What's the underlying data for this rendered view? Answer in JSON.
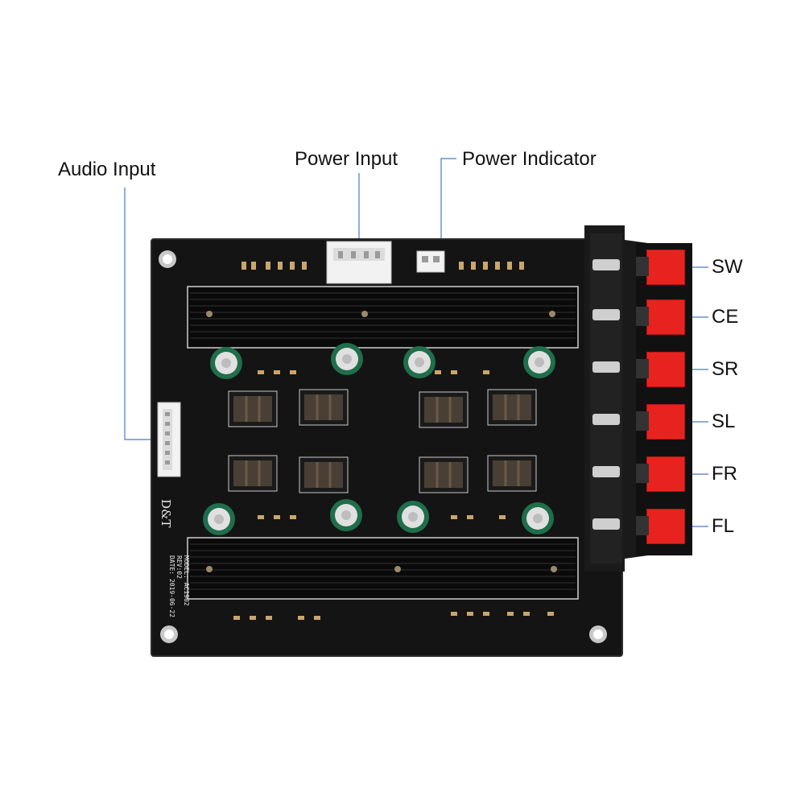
{
  "callouts": {
    "audio_input": "Audio Input",
    "power_input": "Power Input",
    "power_indicator": "Power Indicator"
  },
  "outputs": [
    "SW",
    "CE",
    "SR",
    "SL",
    "FR",
    "FL"
  ],
  "board": {
    "brand": "D&T",
    "model": "MODEL: AC1902",
    "rev": "REV:02",
    "date": "DATE: 2019-06-22"
  },
  "colors": {
    "pcb": "#141414",
    "heatsink": "#0a0a0a",
    "callout_line": "#4a78c8",
    "terminal_red": "#e8231f",
    "capacitor_green": "#1f6e4c"
  }
}
